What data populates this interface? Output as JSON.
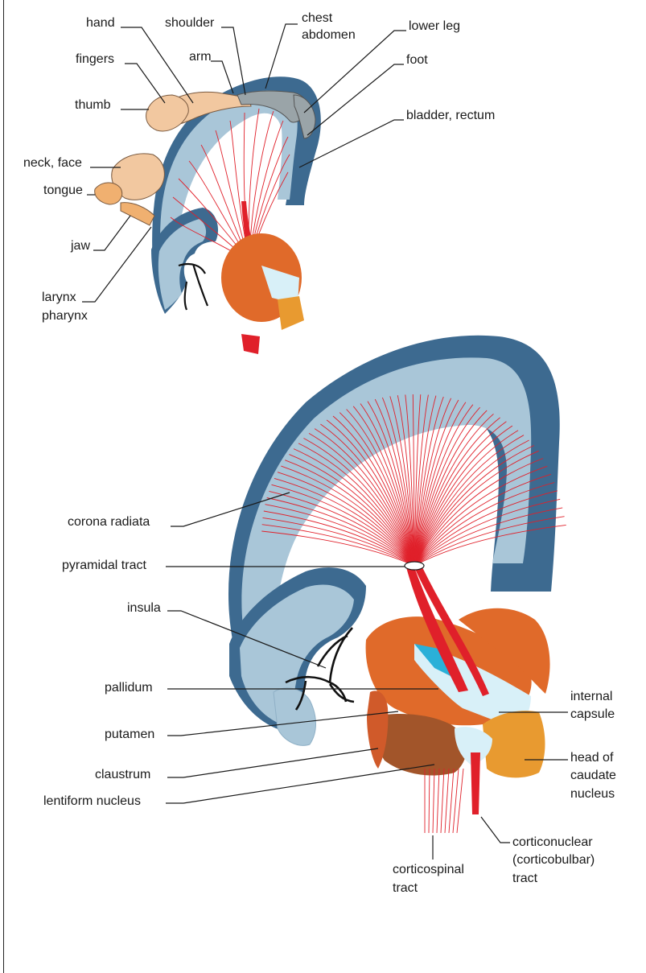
{
  "top_labels": {
    "hand": "hand",
    "shoulder": "shoulder",
    "chest": "chest",
    "abdomen": "abdomen",
    "lower_leg": "lower leg",
    "fingers": "fingers",
    "arm": "arm",
    "foot": "foot",
    "thumb": "thumb",
    "bladder_rectum": "bladder, rectum",
    "neck_face": "neck, face",
    "tongue": "tongue",
    "jaw": "jaw",
    "larynx": "larynx",
    "pharynx": "pharynx"
  },
  "bottom_labels": {
    "corona_radiata": "corona radiata",
    "pyramidal_tract": "pyramidal tract",
    "insula": "insula",
    "pallidum": "pallidum",
    "putamen": "putamen",
    "claustrum": "claustrum",
    "lentiform_nucleus": "lentiform nucleus",
    "internal": "internal",
    "capsule": "capsule",
    "head_of": "head of",
    "caudate": "caudate",
    "nucleus": "nucleus",
    "corticonuclear": "corticonuclear",
    "corticobulbar": "(corticobulbar)",
    "tract_cn": "tract",
    "corticospinal": "corticospinal",
    "tract_cs": "tract"
  },
  "colors": {
    "cortex_dark": "#3d6a90",
    "cortex_light": "#a9c6d8",
    "fibers": "#e0202a",
    "putamen": "#e06a2a",
    "caudate": "#e89a30",
    "capsule": "#d8f0f8",
    "homunculus": "#f2c8a0"
  }
}
